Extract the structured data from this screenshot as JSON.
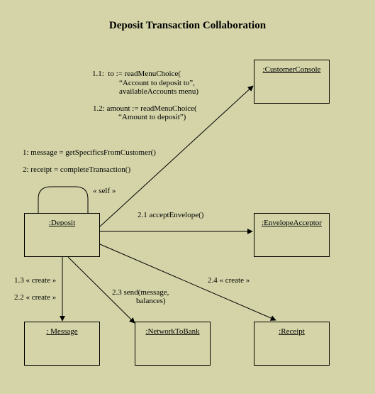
{
  "title": "Deposit Transaction Collaboration",
  "objects": {
    "customer_console": ":CustomerConsole",
    "deposit": ":Deposit",
    "envelope_acceptor": ":EnvelopeAcceptor",
    "message": ": Message",
    "network_to_bank": ":NetworkToBank",
    "receipt": ":Receipt"
  },
  "messages": {
    "m1_1_line1": "1.1:  to := readMenuChoice(",
    "m1_1_line2": "“Account to deposit to”,",
    "m1_1_line3": "availableAccounts menu)",
    "m1_2_line1": "1.2: amount := readMenuChoice(",
    "m1_2_line2": "“Amount to deposit”)",
    "m1": "1: message = getSpecificsFromCustomer()",
    "m2": "2: receipt = completeTransaction()",
    "self": "« self »",
    "m2_1": "2.1 acceptEnvelope()",
    "m1_3": "1.3 « create »",
    "m2_2": "2.2 « create »",
    "m2_3_line1": "2.3 send(message,",
    "m2_3_line2": "balances)",
    "m2_4": "2.4 « create »"
  }
}
